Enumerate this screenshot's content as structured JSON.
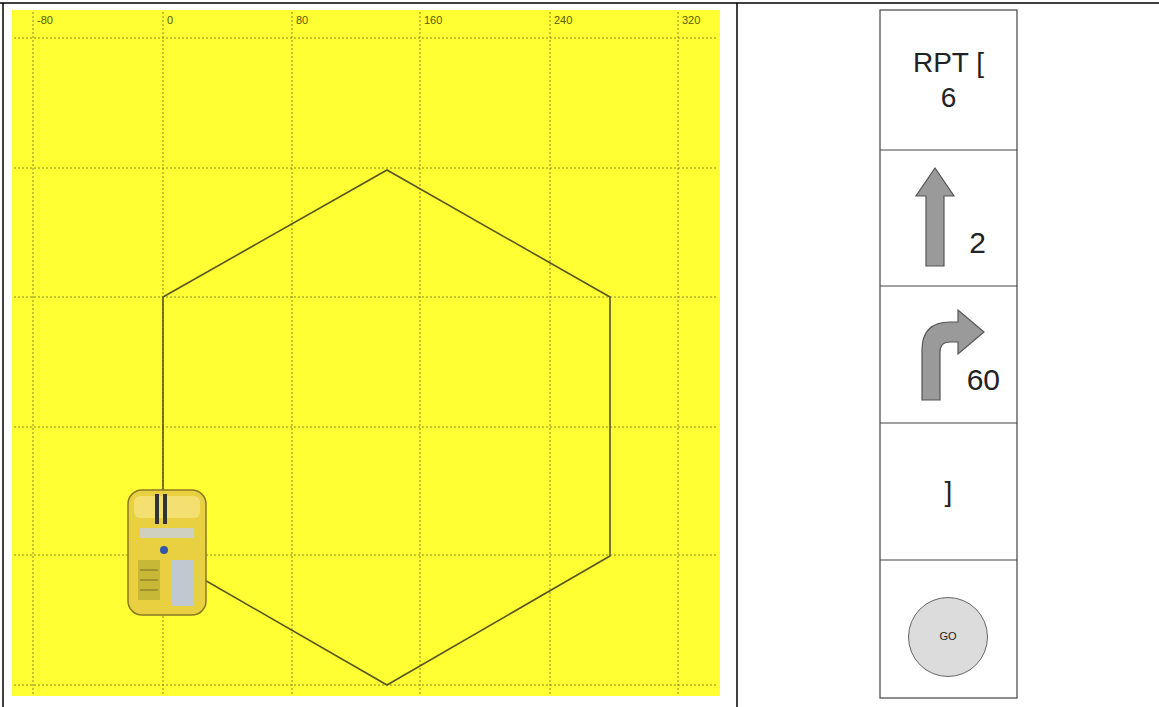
{
  "diagram": {
    "nodes": [
      {
        "text": [
          "RPT [ 6"
        ]
      },
      {
        "text": [
          "2"
        ]
      },
      {
        "text": [
          "60"
        ]
      },
      {
        "text": [
          "]"
        ]
      },
      {
        "text": [
          "GO"
        ]
      }
    ],
    "labels": [
      "-80",
      "0",
      "80",
      "160",
      "240",
      "320"
    ]
  }
}
